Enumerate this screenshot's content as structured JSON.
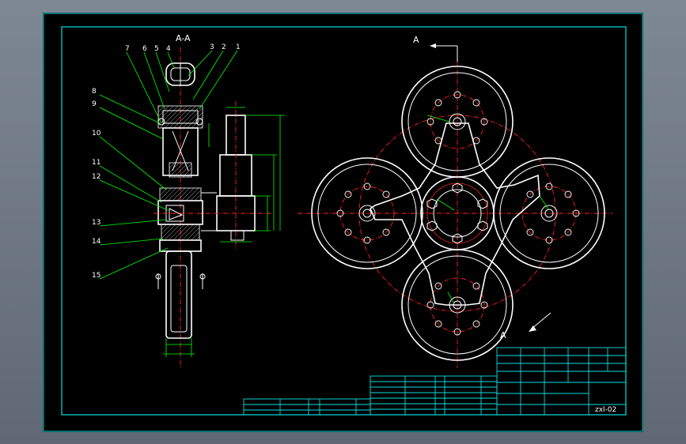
{
  "section_title": "A-A",
  "view_marker_top": "A",
  "view_marker_bottom": "A",
  "callouts": [
    "7",
    "6",
    "5",
    "4",
    "3",
    "2",
    "1",
    "8",
    "9",
    "10",
    "11",
    "12",
    "13",
    "14",
    "15"
  ],
  "drawing_number": "zxl-02",
  "colors": {
    "sheet": "#000000",
    "border": "#00e0e0",
    "outline": "#ffffff",
    "leader": "#00ff00",
    "centerline": "#ff2020",
    "background": "#6b7480"
  }
}
